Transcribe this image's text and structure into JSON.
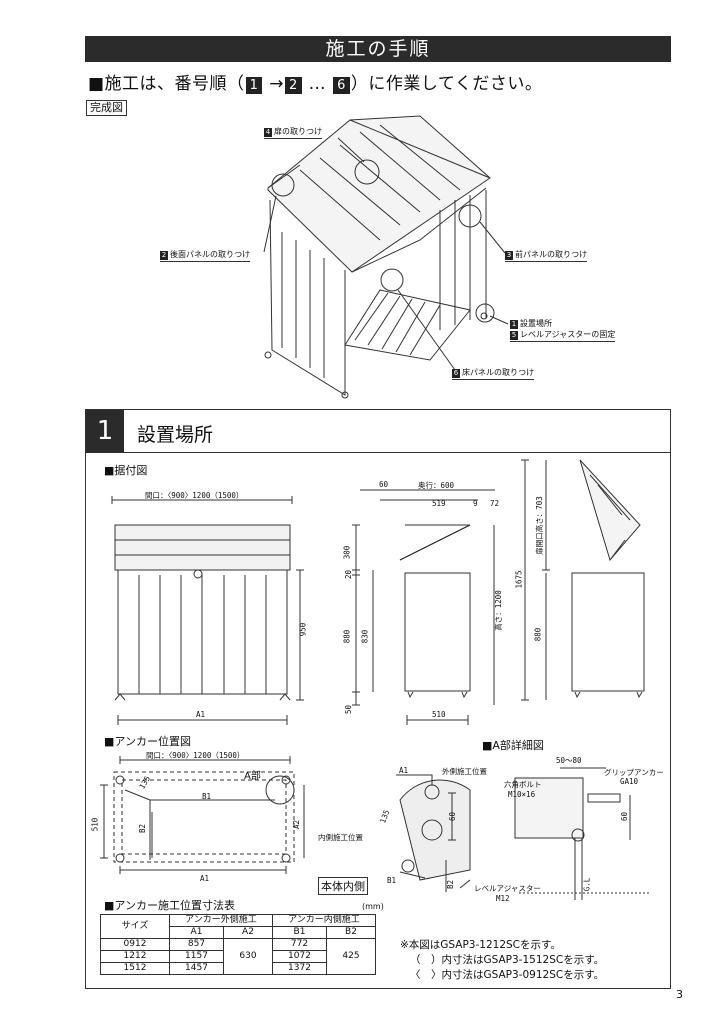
{
  "header": {
    "title": "施工の手順"
  },
  "intro": {
    "prefix": "■施工は、番号順（",
    "s1": "1",
    "arrow": " →",
    "s2": "2",
    "dots": " … ",
    "s6": "6",
    "suffix": "）に作業してください。"
  },
  "overview": {
    "label": "完成図",
    "callouts": [
      {
        "num": "4",
        "text": "扉の取りつけ"
      },
      {
        "num": "2",
        "text": "後面パネルの取りつけ"
      },
      {
        "num": "3",
        "text": "前パネルの取りつけ"
      },
      {
        "num": "1",
        "text": "設置場所"
      },
      {
        "num": "5",
        "text": "レベルアジャスターの固定"
      },
      {
        "num": "6",
        "text": "床パネルの取りつけ"
      }
    ]
  },
  "section": {
    "number": "1",
    "title": "設置場所"
  },
  "install_view": {
    "label": "■据付図",
    "front": {
      "width_label": "間口：〈900〉1200（1500）",
      "height_950": "950",
      "bottom": "A1"
    },
    "side": {
      "d60": "60",
      "depth_label": "奥行：600",
      "d519": "519",
      "d9": "9",
      "d72": "72",
      "v300": "300",
      "v20": "20",
      "v880": "880",
      "v830": "830",
      "v50": "50",
      "height_label": "高さ：1200",
      "bottom": "510"
    },
    "open": {
      "door_opening": "扉開口高さ：703",
      "h1675": "1675",
      "h880": "880"
    }
  },
  "anchor_view": {
    "label": "■アンカー位置図",
    "width_label": "間口：〈900〉1200（1500）",
    "a_part": "A部",
    "dims": {
      "d135": "135",
      "b1": "B1",
      "b2": "B2",
      "a2": "A2",
      "d510": "510",
      "a1": "A1"
    },
    "body_inside": "本体内側"
  },
  "detail_view": {
    "label": "■A部詳細図",
    "a1": "A1",
    "outer": "外側施工位置",
    "inner": "内側施工位置",
    "d135": "135",
    "d60": "60",
    "b1": "B1",
    "b2": "B2",
    "adjuster": "レベルアジャスター",
    "m12": "M12",
    "range": "50〜80",
    "grip": "グリップアンカー",
    "ga10": "GA10",
    "bolt": "六角ボルト",
    "m10": "M10×16",
    "d60b": "60",
    "gl": "G.L"
  },
  "table": {
    "label": "■アンカー施工位置寸法表",
    "unit": "(mm)",
    "headers": {
      "size": "サイズ",
      "outer": "アンカー外側施工",
      "inner": "アンカー内側施工",
      "a1": "A1",
      "a2": "A2",
      "b1": "B1",
      "b2": "B2"
    },
    "rows": [
      {
        "size": "0912",
        "a1": "857",
        "b1": "772"
      },
      {
        "size": "1212",
        "a1": "1157",
        "b1": "1072"
      },
      {
        "size": "1512",
        "a1": "1457",
        "b1": "1372"
      }
    ],
    "a2": "630",
    "b2": "425"
  },
  "notes": [
    "※本図はGSAP3-1212SCを示す。",
    "（　）内寸法はGSAP3-1512SCを示す。",
    "〈　〉内寸法はGSAP3-0912SCを示す。"
  ],
  "page_number": "3"
}
